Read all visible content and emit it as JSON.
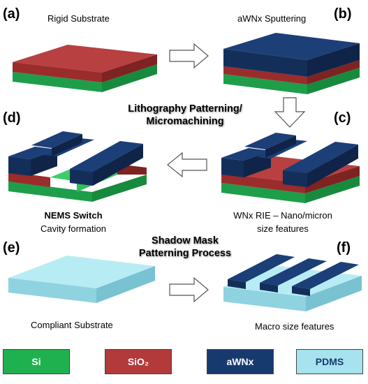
{
  "panels": {
    "a": {
      "letter": "(a)",
      "caption": "Rigid Substrate"
    },
    "b": {
      "letter": "(b)",
      "caption": "aWNx Sputtering"
    },
    "c": {
      "letter": "(c)",
      "caption_line1": "WNx RIE – Nano/micron",
      "caption_line2": "size features"
    },
    "d": {
      "letter": "(d)",
      "caption_line1": "NEMS Switch",
      "caption_line2": "Cavity formation"
    },
    "e": {
      "letter": "(e)",
      "caption": "Compliant Substrate"
    },
    "f": {
      "letter": "(f)",
      "caption": "Macro size features"
    }
  },
  "center_titles": {
    "litho_line1": "Lithography Patterning/",
    "litho_line2": "Micromachining",
    "shadow_line1": "Shadow Mask",
    "shadow_line2": "Patterning Process"
  },
  "legend": [
    {
      "label": "Si",
      "color": "#1fb14f",
      "text_color": "#ffffff"
    },
    {
      "label": "SiO₂",
      "color": "#b23a3a",
      "text_color": "#ffffff"
    },
    {
      "label": "aWNx",
      "color": "#173a6e",
      "text_color": "#ffffff"
    },
    {
      "label": "PDMS",
      "color": "#a6e3ee",
      "text_color": "#1a3a6e"
    }
  ],
  "colors": {
    "si_top": "#3ccc6a",
    "si_front": "#1e9e4a",
    "si_side": "#178a3e",
    "sio2_top": "#b84040",
    "sio2_front": "#9a2c2c",
    "sio2_side": "#7e2222",
    "wnx_top": "#1c3f78",
    "wnx_front": "#142e5a",
    "wnx_side": "#0f2448",
    "pdms_top": "#b8ecf4",
    "pdms_front": "#8fd2e0",
    "pdms_side": "#78c2d2"
  }
}
